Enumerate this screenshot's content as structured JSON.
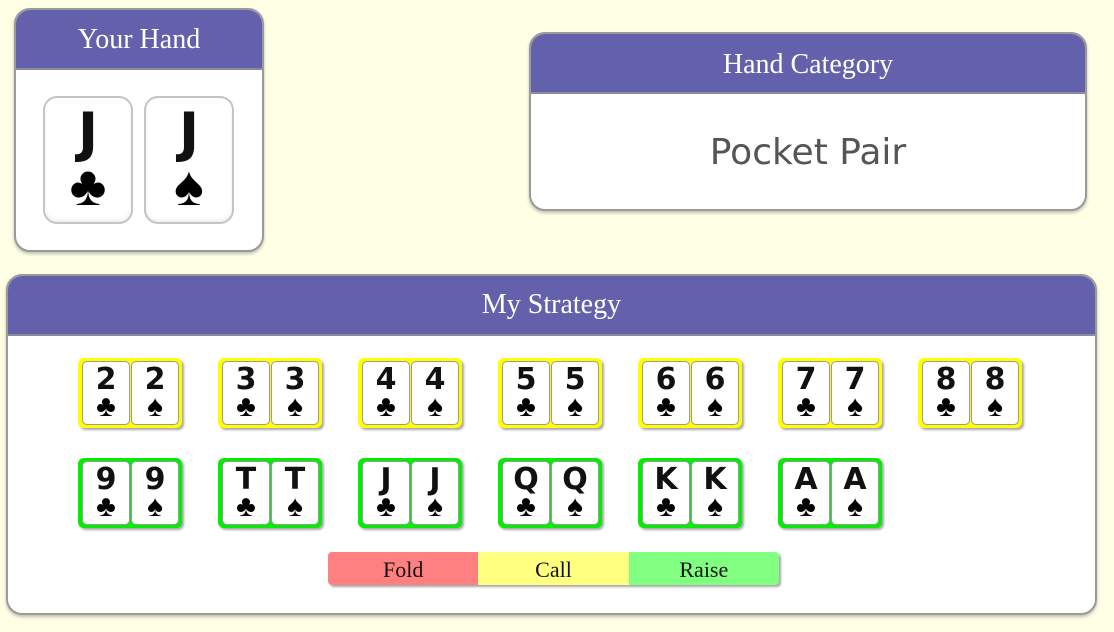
{
  "your_hand": {
    "title": "Your Hand",
    "cards": [
      {
        "rank": "J",
        "suit": "♣"
      },
      {
        "rank": "J",
        "suit": "♠"
      }
    ]
  },
  "hand_category": {
    "title": "Hand Category",
    "value": "Pocket Pair"
  },
  "strategy": {
    "title": "My Strategy",
    "hands": [
      {
        "r1": "2",
        "s1": "♣",
        "r2": "2",
        "s2": "♠",
        "action": "call"
      },
      {
        "r1": "3",
        "s1": "♣",
        "r2": "3",
        "s2": "♠",
        "action": "call"
      },
      {
        "r1": "4",
        "s1": "♣",
        "r2": "4",
        "s2": "♠",
        "action": "call"
      },
      {
        "r1": "5",
        "s1": "♣",
        "r2": "5",
        "s2": "♠",
        "action": "call"
      },
      {
        "r1": "6",
        "s1": "♣",
        "r2": "6",
        "s2": "♠",
        "action": "call"
      },
      {
        "r1": "7",
        "s1": "♣",
        "r2": "7",
        "s2": "♠",
        "action": "call"
      },
      {
        "r1": "8",
        "s1": "♣",
        "r2": "8",
        "s2": "♠",
        "action": "call"
      },
      {
        "r1": "9",
        "s1": "♣",
        "r2": "9",
        "s2": "♠",
        "action": "raise"
      },
      {
        "r1": "T",
        "s1": "♣",
        "r2": "T",
        "s2": "♠",
        "action": "raise"
      },
      {
        "r1": "J",
        "s1": "♣",
        "r2": "J",
        "s2": "♠",
        "action": "raise"
      },
      {
        "r1": "Q",
        "s1": "♣",
        "r2": "Q",
        "s2": "♠",
        "action": "raise"
      },
      {
        "r1": "K",
        "s1": "♣",
        "r2": "K",
        "s2": "♠",
        "action": "raise"
      },
      {
        "r1": "A",
        "s1": "♣",
        "r2": "A",
        "s2": "♠",
        "action": "raise"
      }
    ],
    "legend": [
      {
        "label": "Fold",
        "color": "#ff8080"
      },
      {
        "label": "Call",
        "color": "#ffff80"
      },
      {
        "label": "Raise",
        "color": "#80ff80"
      }
    ]
  },
  "colors": {
    "header": "#6461ac",
    "background": "#ffffe6",
    "call_border": "#ffff00",
    "raise_border": "#00ee00"
  }
}
